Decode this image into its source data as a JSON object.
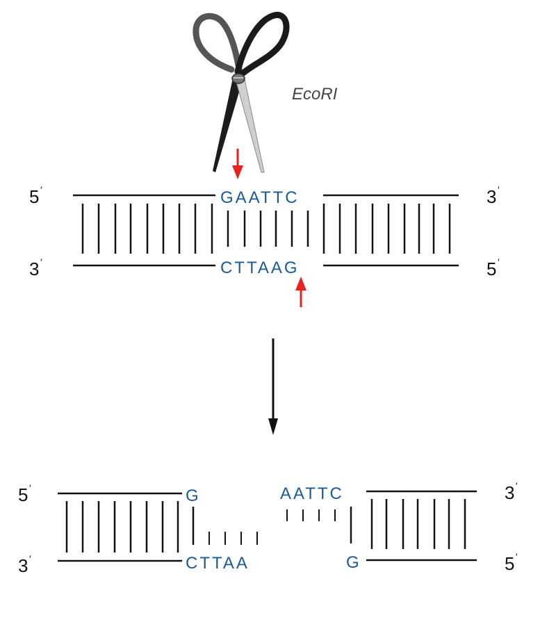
{
  "enzyme": {
    "name": "EcoRI"
  },
  "colors": {
    "sequence": "#1a5a99",
    "cut_arrow": "#e8231f",
    "strand": "#111111"
  },
  "icons": {
    "cutter": "scissors-icon",
    "process": "arrow-down-icon",
    "cut_site": "red-arrow-icon"
  },
  "intact": {
    "top_left_end": "5",
    "top_right_end": "3",
    "bottom_left_end": "3",
    "bottom_right_end": "5",
    "prime": "′",
    "top_sequence": "GAATTC",
    "bottom_sequence": "CTTAAG"
  },
  "cut": {
    "left_fragment": {
      "top_left_end": "5",
      "bottom_left_end": "3",
      "top_sequence": "G",
      "bottom_sequence": "CTTAA"
    },
    "right_fragment": {
      "top_right_end": "3",
      "bottom_right_end": "5",
      "top_sequence": "AATTC",
      "bottom_sequence": "G"
    },
    "prime": "′"
  }
}
